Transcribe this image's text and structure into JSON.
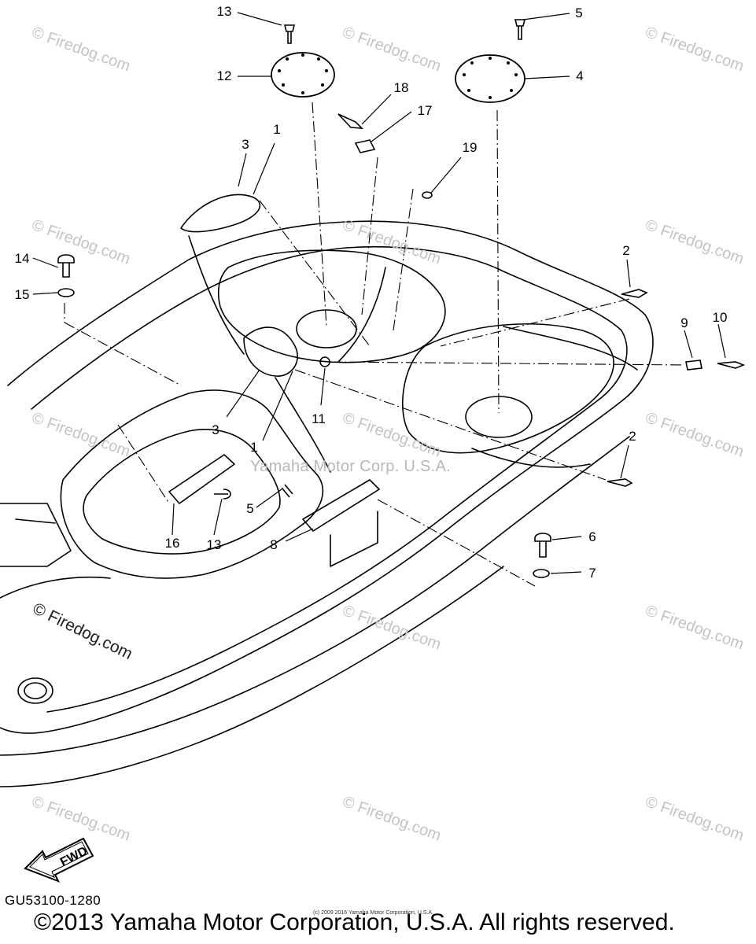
{
  "callouts": [
    "13",
    "12",
    "5",
    "4",
    "18",
    "17",
    "3",
    "1",
    "19",
    "14",
    "15",
    "2",
    "9",
    "10",
    "11",
    "3",
    "1",
    "2",
    "16",
    "13",
    "5",
    "8",
    "6",
    "7"
  ],
  "watermarks": {
    "faint": "© Firedog.com",
    "dark": "© Firedog.com",
    "center": "Yamaha Motor Corp. U.S.A."
  },
  "fwd_label": "FWD",
  "diagram_code": "GU53100-1280",
  "tiny_credit": "(c) 2009 2016 Yamaha Motor Corporation, U.S.A.",
  "copyright": "©2013 Yamaha Motor Corporation, U.S.A. All rights reserved."
}
